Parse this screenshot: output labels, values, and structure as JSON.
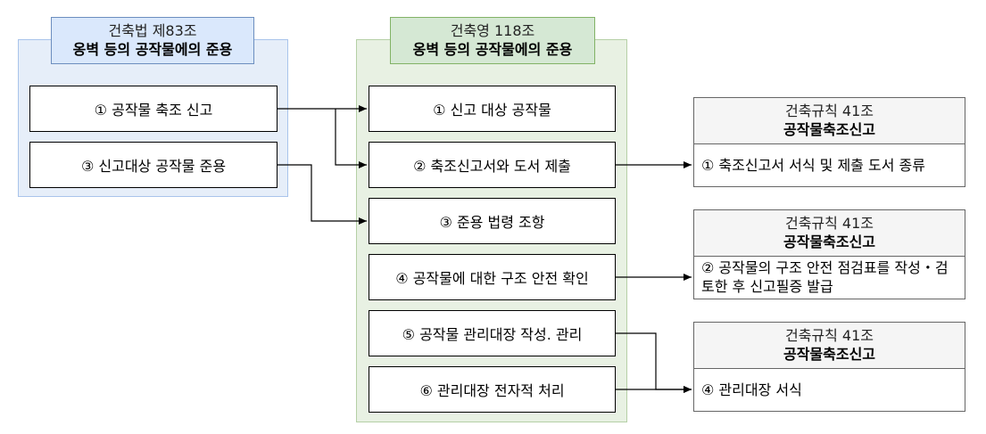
{
  "law": {
    "header_line1": "건축법 제83조",
    "header_line2": "옹벽 등의 공작물에의 준용",
    "items": [
      "① 공작물 축조 신고",
      "③ 신고대상 공작물 준용"
    ]
  },
  "decree": {
    "header_line1": "건축영 118조",
    "header_line2": "옹벽 등의 공작물에의 준용",
    "items": [
      "① 신고 대상 공작물",
      "② 축조신고서와 도서 제출",
      "③ 준용 법령 조항",
      "④ 공작물에 대한 구조 안전 확인",
      "⑤ 공작물 관리대장 작성. 관리",
      "⑥ 관리대장 전자적 처리"
    ]
  },
  "rules": [
    {
      "line1": "건축규칙 41조",
      "line2": "공작물축조신고",
      "body": "① 축조신고서 서식 및 제출 도서 종류"
    },
    {
      "line1": "건축규칙 41조",
      "line2": "공작물축조신고",
      "body": "② 공작물의 구조 안전 점검표를 작성・검토한 후 신고필증 발급"
    },
    {
      "line1": "건축규칙 41조",
      "line2": "공작물축조신고",
      "body": "④ 관리대장 서식"
    }
  ]
}
